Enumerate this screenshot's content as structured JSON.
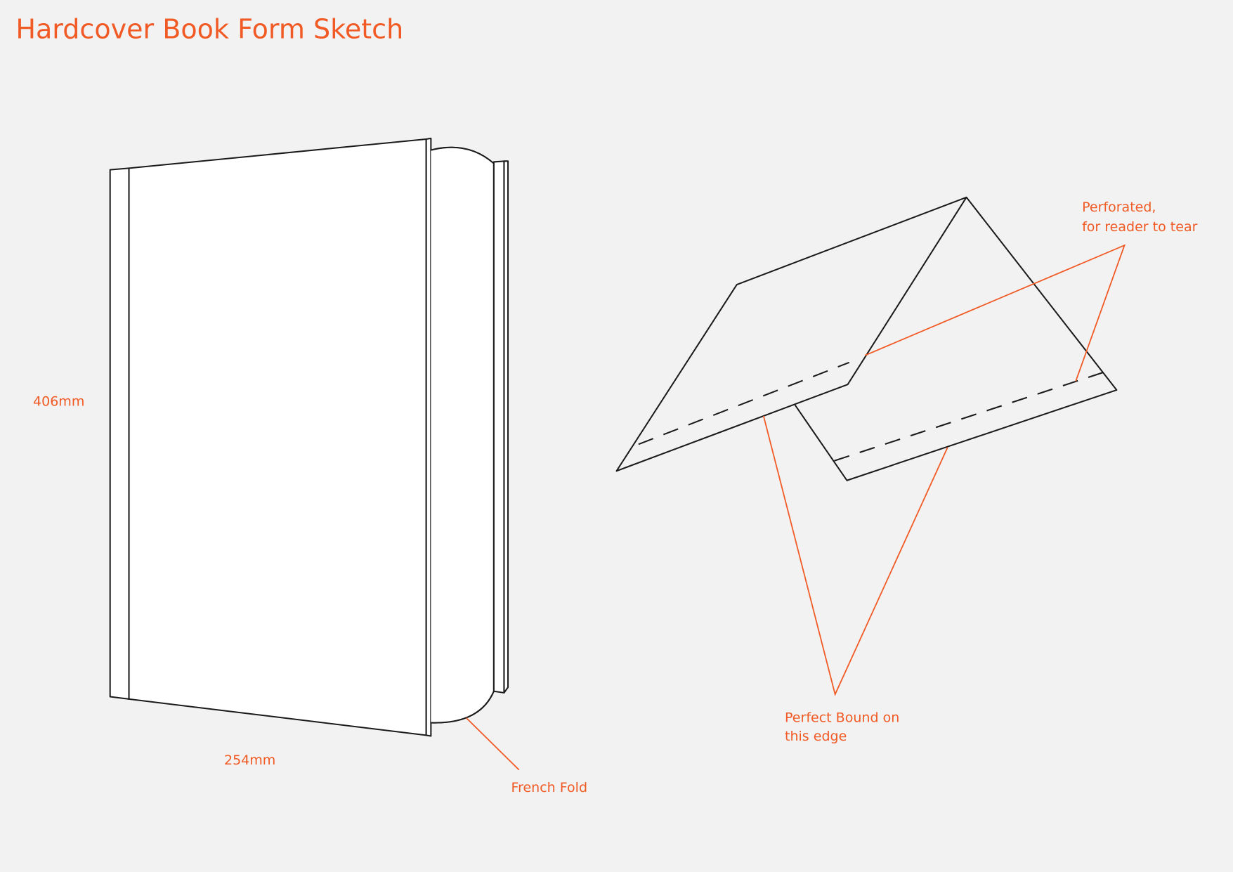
{
  "title": "Hardcover Book Form Sketch",
  "colors": {
    "accent": "#f15a24",
    "line": "#1a1a1a",
    "background": "#f2f2f2"
  },
  "labels": {
    "height": "406mm",
    "width": "254mm",
    "french_fold": "French Fold",
    "perforated_line1": "Perforated,",
    "perforated_line2": "for reader to tear",
    "perfect_bound_line1": "Perfect Bound on",
    "perfect_bound_line2": "this edge"
  }
}
